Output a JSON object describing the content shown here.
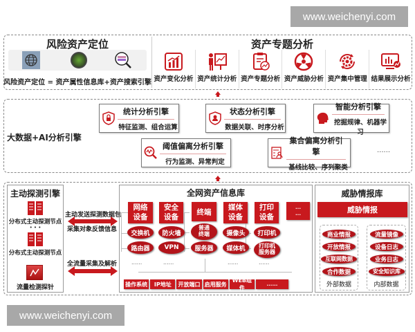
{
  "watermarks": {
    "top": "www.weichenyi.com",
    "bottom": "www.weichenyi.com"
  },
  "risk_locating": {
    "title": "风险资产定位",
    "icons": [
      "globe-icon",
      "asset-database-icon",
      "search-magnifier-icon"
    ],
    "formula": "风险资产定位 = 资产属性信息库+资产搜索引擎"
  },
  "topic_analysis": {
    "title": "资产专题分析",
    "items": [
      {
        "label": "资产变化分析",
        "icon": "bar-chart-icon"
      },
      {
        "label": "资产统计分析",
        "icon": "presenter-board-icon"
      },
      {
        "label": "资产专题分析",
        "icon": "clipboard-trend-icon"
      },
      {
        "label": "资产威胁分析",
        "icon": "radiation-icon"
      },
      {
        "label": "资产集中管理",
        "icon": "gear-cycle-icon"
      },
      {
        "label": "结果展示分析",
        "icon": "monitor-chart-icon"
      }
    ]
  },
  "bigdata": {
    "title": "大数据+AI分析引擎",
    "engines": [
      {
        "title": "统计分析引擎",
        "sub": "特征监测、组合运算",
        "icon": "shield-lock-icon"
      },
      {
        "title": "状态分析引擎",
        "sub": "数据关联、时序分析",
        "icon": "shield-user-icon"
      },
      {
        "title": "智能分析引擎",
        "sub": "挖掘规律、机器学习",
        "icon": "brain-head-icon"
      },
      {
        "title": "阈值偏离分析引擎",
        "sub": "行为监测、异常判定",
        "icon": "magnifier-wave-icon"
      },
      {
        "title": "集合偏离分析引擎",
        "sub": "基线比较、序列聚类",
        "icon": "form-user-icon"
      }
    ],
    "more": "......"
  },
  "probe": {
    "title": "主动探测引擎",
    "node1": "分布式主动探测节点",
    "dots": "• • •",
    "node2": "分布式主动探测节点",
    "probe": "流量检测探针"
  },
  "arrows": {
    "a1_top": "主动发送探测数据包",
    "a1_bottom": "采集对象反馈信息",
    "a2_top": "全流量采集及解析"
  },
  "asset_db": {
    "title": "全网资产信息库",
    "categories": [
      {
        "label": "网络\n设备",
        "items": [
          "交换机",
          "路由器"
        ],
        "more": "......"
      },
      {
        "label": "安全\n设备",
        "items": [
          "防火墙",
          "VPN"
        ],
        "more": "......"
      },
      {
        "label": "终端",
        "items": [
          "普通\n终端",
          "服务器"
        ],
        "more": ""
      },
      {
        "label": "媒体\n设备",
        "items": [
          "摄像头",
          "媒体机"
        ],
        "more": "......"
      },
      {
        "label": "打印\n设备",
        "items": [
          "打印机",
          "打印机\n服务器"
        ],
        "more": "......"
      },
      {
        "label": "...\n...",
        "items": [],
        "more": ""
      }
    ],
    "attributes": [
      "操作系统",
      "IP地址",
      "开放端口",
      "启用服务",
      "WEB组件",
      "......"
    ]
  },
  "threat_db": {
    "title": "威胁情报库",
    "banner": "威胁情报",
    "external": {
      "items": [
        "商业情报",
        "开放情报",
        "互联网数据",
        "合作数据"
      ],
      "label": "外部数据"
    },
    "internal": {
      "items": [
        "流量镜像",
        "设备日志",
        "业务日志",
        "安全知识库"
      ],
      "label": "内部数据"
    }
  },
  "colors": {
    "accent": "#c8191e",
    "dark_red": "#b3141a",
    "watermark": "#a8a8a8"
  }
}
